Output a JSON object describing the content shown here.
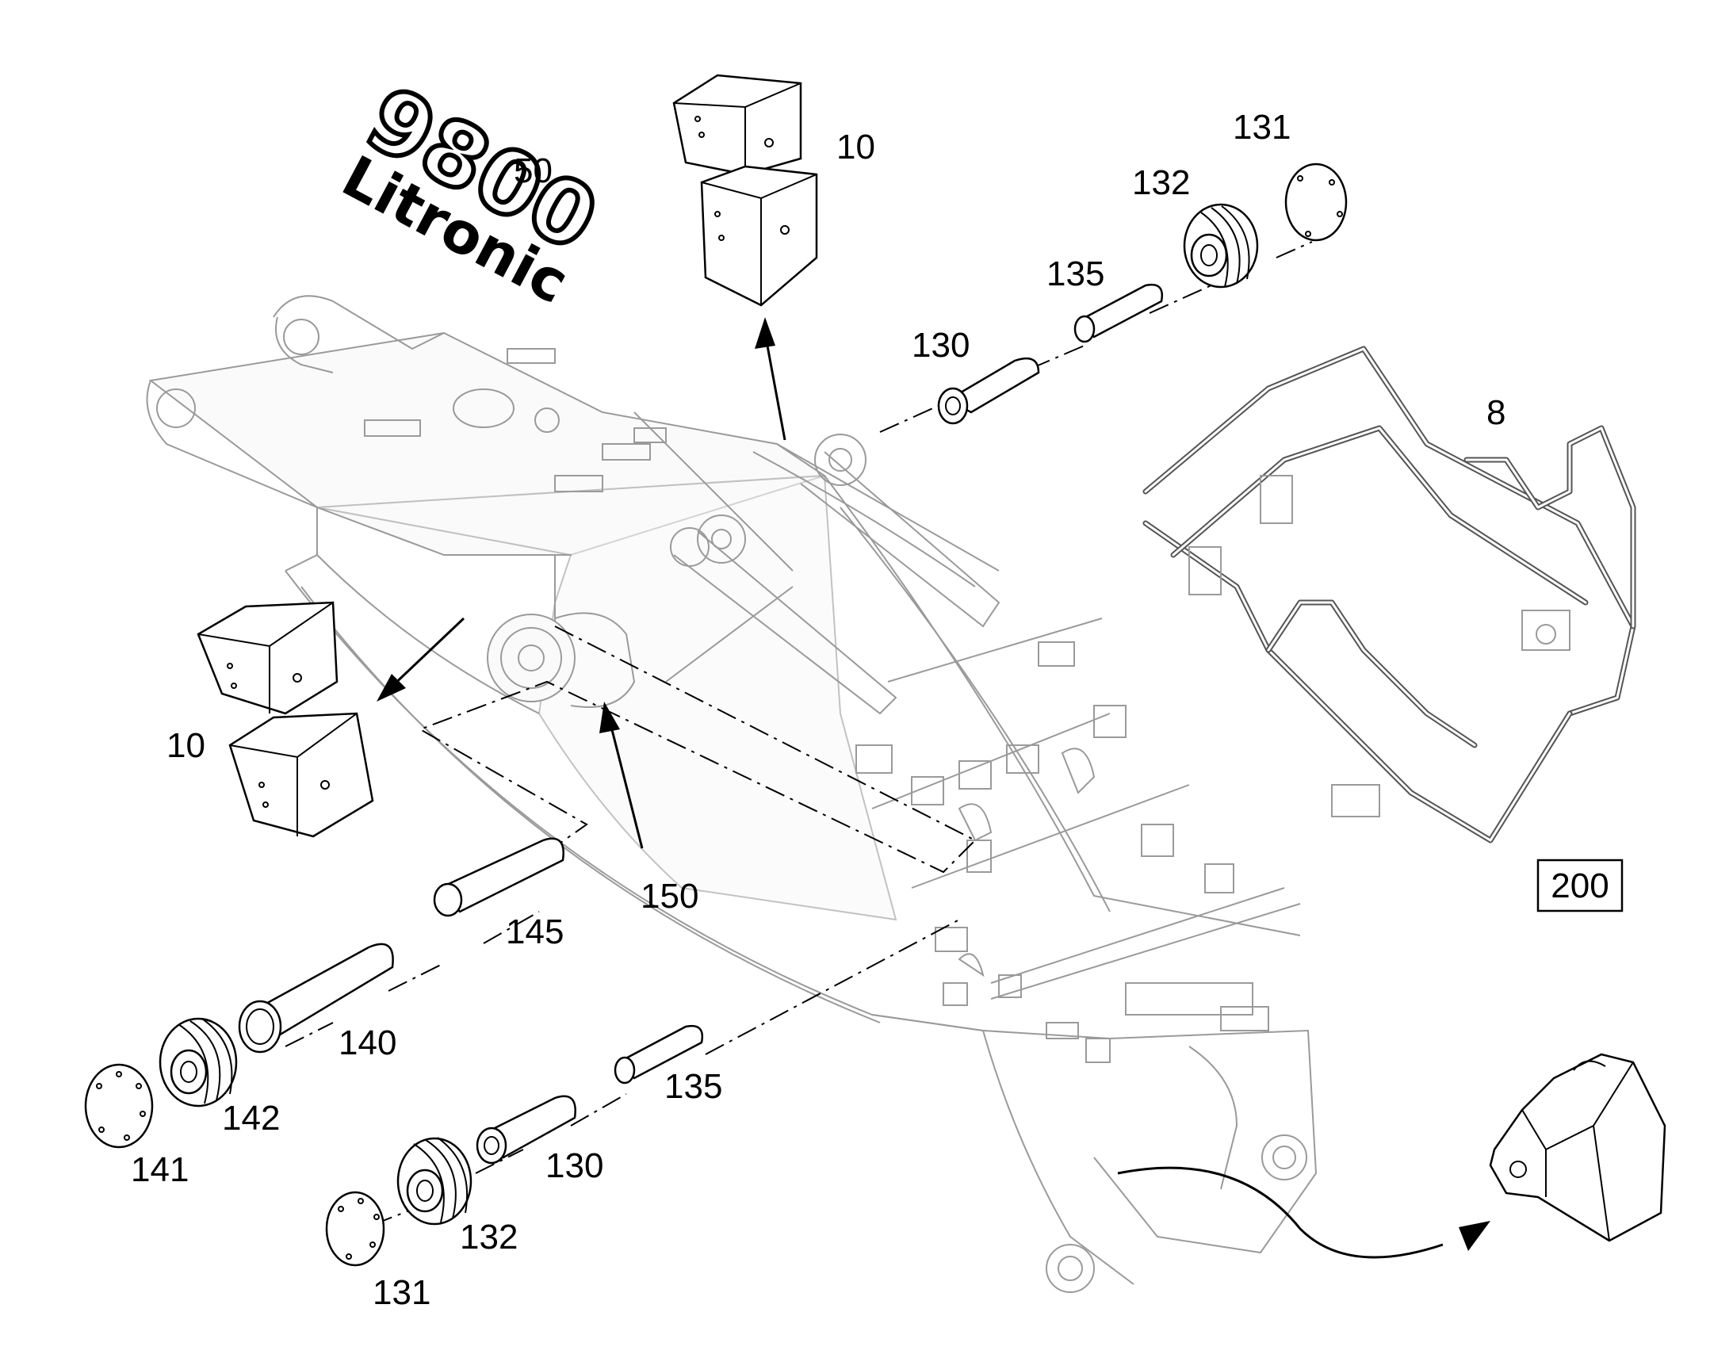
{
  "logo": {
    "model": "9800",
    "brand": "Litronic"
  },
  "reference_box": "200",
  "callouts": [
    {
      "id": "c-50",
      "text": "50"
    },
    {
      "id": "c-10a",
      "text": "10"
    },
    {
      "id": "c-131a",
      "text": "131"
    },
    {
      "id": "c-132a",
      "text": "132"
    },
    {
      "id": "c-135a",
      "text": "135"
    },
    {
      "id": "c-130a",
      "text": "130"
    },
    {
      "id": "c-8",
      "text": "8"
    },
    {
      "id": "c-10b",
      "text": "10"
    },
    {
      "id": "c-150",
      "text": "150"
    },
    {
      "id": "c-145",
      "text": "145"
    },
    {
      "id": "c-140",
      "text": "140"
    },
    {
      "id": "c-135b",
      "text": "135"
    },
    {
      "id": "c-142",
      "text": "142"
    },
    {
      "id": "c-141",
      "text": "141"
    },
    {
      "id": "c-130b",
      "text": "130"
    },
    {
      "id": "c-132b",
      "text": "132"
    },
    {
      "id": "c-131b",
      "text": "131"
    }
  ],
  "colors": {
    "line": "#000000",
    "ghost": "#9a9a9a",
    "background": "#ffffff"
  }
}
